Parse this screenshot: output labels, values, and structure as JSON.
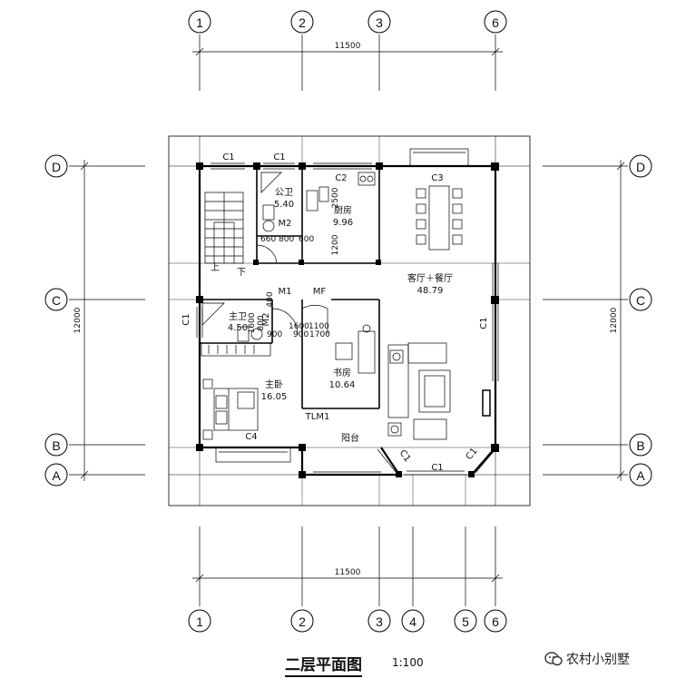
{
  "grid": {
    "top_axes": [
      "1",
      "2",
      "3",
      "6"
    ],
    "bottom_axes": [
      "1",
      "2",
      "3",
      "4",
      "5",
      "6"
    ],
    "side_axes": [
      "D",
      "C",
      "B",
      "A"
    ]
  },
  "dimensions": {
    "total_width": "11500",
    "total_depth": "12000",
    "kitchen_upper": "2500",
    "kitchen_lower": "1200",
    "bath_row_1": "660",
    "bath_row_2": "800",
    "bath_row_3": "600",
    "master_bath_1": "1600",
    "master_bath_2": "800",
    "master_bath_3": "400",
    "study_1": "900",
    "study_2": "1600",
    "study_3": "900",
    "study_4": "1700",
    "study_5": "1100"
  },
  "rooms": {
    "public_bath": {
      "name": "公卫",
      "area": "5.40"
    },
    "kitchen": {
      "name": "厨房",
      "area": "9.96"
    },
    "living_dining": {
      "name": "客厅＋餐厅",
      "area": "48.79"
    },
    "master_bath": {
      "name": "主卫",
      "area": "4.50"
    },
    "study": {
      "name": "书房",
      "area": "10.64"
    },
    "master_bedroom": {
      "name": "主卧",
      "area": "16.05"
    },
    "balcony": {
      "name": "阳台"
    }
  },
  "openings": {
    "c1": "C1",
    "c2": "C2",
    "c3": "C3",
    "c4": "C4",
    "m1": "M1",
    "m2": "M2",
    "mf": "MF",
    "tlm1": "TLM1",
    "stair_up": "上",
    "stair_down": "下"
  },
  "caption": {
    "title": "二层平面图",
    "scale": "1:100"
  },
  "watermark": {
    "text": "农村小别墅"
  }
}
